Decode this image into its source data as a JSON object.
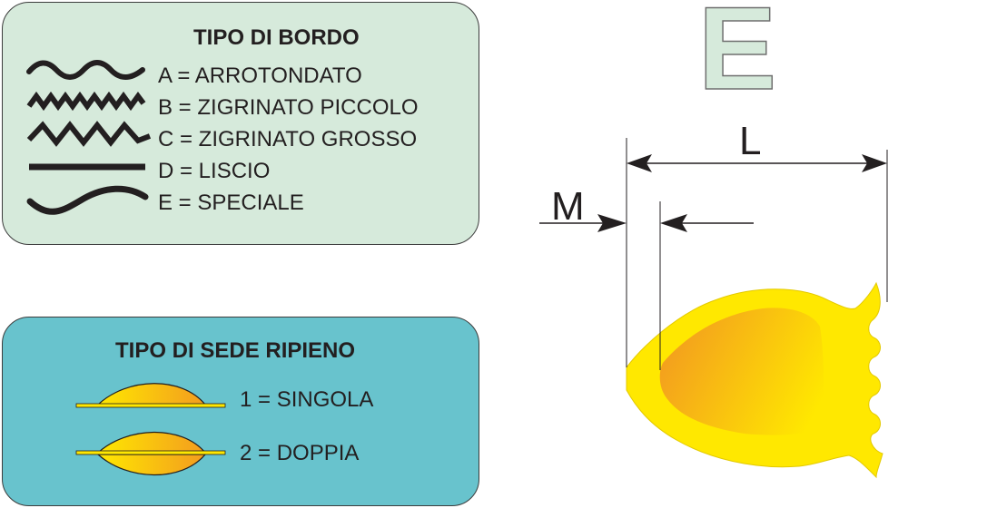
{
  "edge_panel": {
    "title": "TIPO DI BORDO",
    "items": [
      {
        "code": "A",
        "label": "A = ARROTONDATO",
        "icon": "wavy-edge-icon"
      },
      {
        "code": "B",
        "label": "B = ZIGRINATO PICCOLO",
        "icon": "small-zigzag-edge-icon"
      },
      {
        "code": "C",
        "label": "C = ZIGRINATO GROSSO",
        "icon": "large-zigzag-edge-icon"
      },
      {
        "code": "D",
        "label": "D = LISCIO",
        "icon": "straight-edge-icon"
      },
      {
        "code": "E",
        "label": "E = SPECIALE",
        "icon": "curved-edge-icon"
      }
    ]
  },
  "filling_panel": {
    "title": "TIPO DI SEDE RIPIENO",
    "items": [
      {
        "code": "1",
        "label": "1 = SINGOLA",
        "icon": "single-filling-seat-icon"
      },
      {
        "code": "2",
        "label": "2 = DOPPIA",
        "icon": "double-filling-seat-icon"
      }
    ]
  },
  "diagram": {
    "edge_letter": "E",
    "dimension_length": "L",
    "dimension_margin": "M"
  },
  "colors": {
    "edge_panel_bg": "#d6eadb",
    "filling_panel_bg": "#68c3cd",
    "pasta_yellow": "#ffe800",
    "filling_orange": "#f39c1f",
    "letter_fill": "#d6eadb"
  }
}
